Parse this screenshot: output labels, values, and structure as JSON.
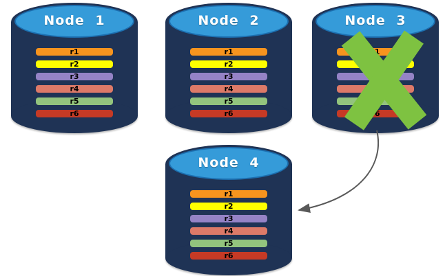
{
  "nodes": [
    {
      "title": "Node 1",
      "failed": false
    },
    {
      "title": "Node 2",
      "failed": false
    },
    {
      "title": "Node 3",
      "failed": true
    },
    {
      "title": "Node 4",
      "failed": false
    }
  ],
  "rows": [
    {
      "label": "r1",
      "color": "#F7941E"
    },
    {
      "label": "r2",
      "color": "#FFFF00"
    },
    {
      "label": "r3",
      "color": "#9583C6"
    },
    {
      "label": "r4",
      "color": "#DD7A68"
    },
    {
      "label": "r5",
      "color": "#93C47D"
    },
    {
      "label": "r6",
      "color": "#C63A25"
    }
  ],
  "colors": {
    "background": "#FFFFFF",
    "cylinder_body": "#1F3355",
    "cylinder_top_fill": "#359BD9",
    "cylinder_top_border": "#1C6FB0",
    "row_border": "#1F3355",
    "row_text": "#000000",
    "node_title_text": "#FFFFFF",
    "failure_x": "#7EC241",
    "arrow": "#595959"
  },
  "graphics": {
    "failure_x_icon": "green-x-cross-over-node-3",
    "failover_arrow_icon": "curved-arrow-from-node-3-to-node-4"
  }
}
